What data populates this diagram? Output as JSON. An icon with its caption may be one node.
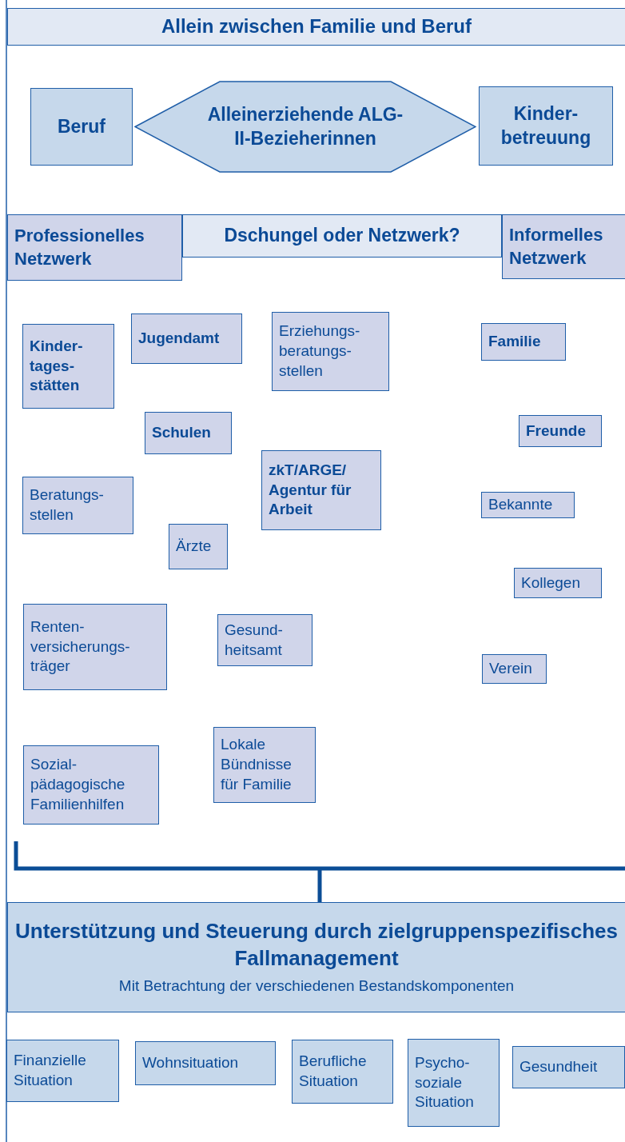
{
  "diagram": {
    "title": "Allein zwischen Familie und Beruf",
    "nodes": [
      {
        "text": [
          "Beruf"
        ]
      },
      {
        "text": [
          "Alleinerziehende ALG-II-Bezieherinnen"
        ]
      },
      {
        "text": [
          "Kinder- betreuung"
        ]
      },
      {
        "text": [
          "Professionelles Netzwerk"
        ]
      },
      {
        "text": [
          "Dschungel oder Netzwerk?"
        ]
      },
      {
        "text": [
          "Informelles Netzwerk"
        ]
      },
      {
        "text": [
          "Kinder- tages- stätten"
        ]
      },
      {
        "text": [
          "Jugendamt"
        ]
      },
      {
        "text": [
          "Erziehungs- beratungs- stellen"
        ]
      },
      {
        "text": [
          "Familie"
        ]
      },
      {
        "text": [
          "Schulen"
        ]
      },
      {
        "text": [
          "zkT/ARGE/ Agentur für Arbeit"
        ]
      },
      {
        "text": [
          "Freunde"
        ]
      },
      {
        "text": [
          "Beratungs- stellen"
        ]
      },
      {
        "text": [
          "Ärzte"
        ]
      },
      {
        "text": [
          "Bekannte"
        ]
      },
      {
        "text": [
          "Kollegen"
        ]
      },
      {
        "text": [
          "Renten- versicherungs- träger"
        ]
      },
      {
        "text": [
          "Gesund- heitsamt"
        ]
      },
      {
        "text": [
          "Verein"
        ]
      },
      {
        "text": [
          "Lokale Bündnisse für Familie"
        ]
      },
      {
        "text": [
          "Sozial- pädagogische Familienhilfen"
        ]
      },
      {
        "text": [
          "Unterstützung und Steuerung durch zielgruppenspezifisches Fallmanagement",
          "Mit Betrachtung der verschiedenen Bestandskomponenten"
        ]
      },
      {
        "text": [
          "Finanzielle Situation"
        ]
      },
      {
        "text": [
          "Wohnsituation"
        ]
      },
      {
        "text": [
          "Berufliche Situation"
        ]
      },
      {
        "text": [
          "Psycho- soziale Situation"
        ]
      },
      {
        "text": [
          "Gesundheit"
        ]
      }
    ],
    "edges": []
  }
}
